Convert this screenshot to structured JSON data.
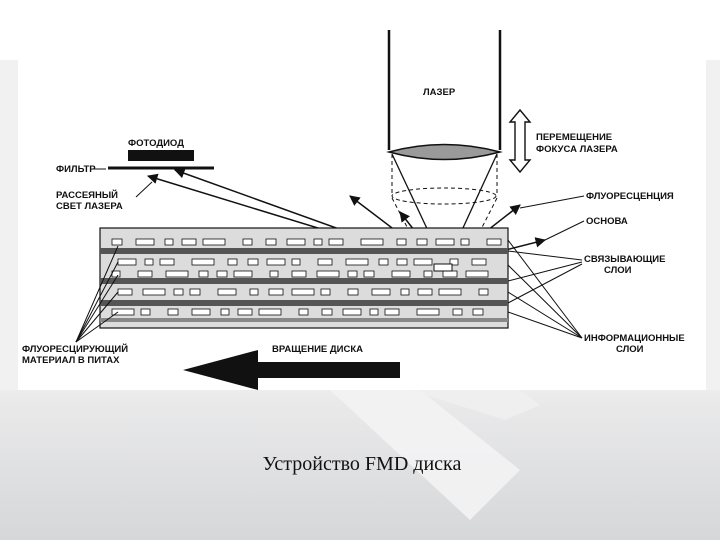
{
  "diagram": {
    "labels": {
      "laser": "ЛАЗЕР",
      "focus_line1": "ПЕРЕМЕЩЕНИЕ",
      "focus_line2": "ФОКУСА ЛАЗЕРА",
      "photodiode": "ФОТОДИОД",
      "filter": "ФИЛЬТР",
      "scattered_line1": "РАССЕЯНЫЙ",
      "scattered_line2": "СВЕТ ЛАЗЕРА",
      "fluorescence": "ФЛУОРЕСЦЕНЦИЯ",
      "base": "ОСНОВА",
      "binding_line1": "СВЯЗЫВАЮЩИЕ",
      "binding_line2": "СЛОИ",
      "info_line1": "ИНФОРМАЦИОННЫЕ",
      "info_line2": "СЛОИ",
      "fluor_material_line1": "ФЛУОРЕСЦИРУЮЩИЙ",
      "fluor_material_line2": "МАТЕРИАЛ В ПИТАХ",
      "rotation": "ВРАЩЕНИЕ ДИСКА"
    }
  },
  "caption": "Устройство FMD диска"
}
